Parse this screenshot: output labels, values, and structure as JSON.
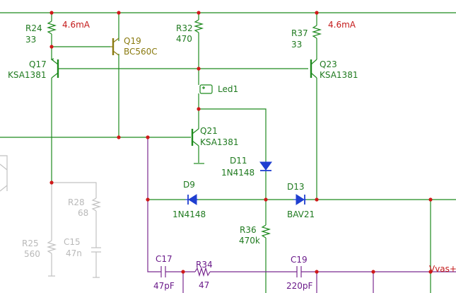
{
  "labels": {
    "r24": "R24",
    "r24_val": "33",
    "cur_left": "4.6mA",
    "q19": "Q19",
    "q19_val": "BC560C",
    "r32": "R32",
    "r32_val": "470",
    "r37": "R37",
    "r37_val": "33",
    "cur_right": "4.6mA",
    "q17": "Q17",
    "q17_val": "KSA1381",
    "q23": "Q23",
    "q23_val": "KSA1381",
    "led1": "Led1",
    "q21": "Q21",
    "q21_val": "KSA1381",
    "d11": "D11",
    "d11_val": "1N4148",
    "d9": "D9",
    "d9_val": "1N4148",
    "d13": "D13",
    "d13_val": "BAV21",
    "r28": "R28",
    "r28_val": "68",
    "r36": "R36",
    "r36_val": "470k",
    "r25": "R25",
    "r25_val": "560",
    "c15": "C15",
    "c15_val": "47n",
    "c17": "C17",
    "c17_val": "47pF",
    "r34": "R34",
    "r34_val": "47",
    "c19": "C19",
    "c19_val": "220pF",
    "vas": "Vvas+"
  },
  "colors": {
    "wire_green": "#1e8a1e",
    "wire_gold": "#8a7a10",
    "wire_blue": "#1f3fd0",
    "wire_purple": "#7a2a90",
    "wire_grey": "#c2c2c2",
    "junction_red": "#d01a1a",
    "current_red": "#c41a1a"
  }
}
